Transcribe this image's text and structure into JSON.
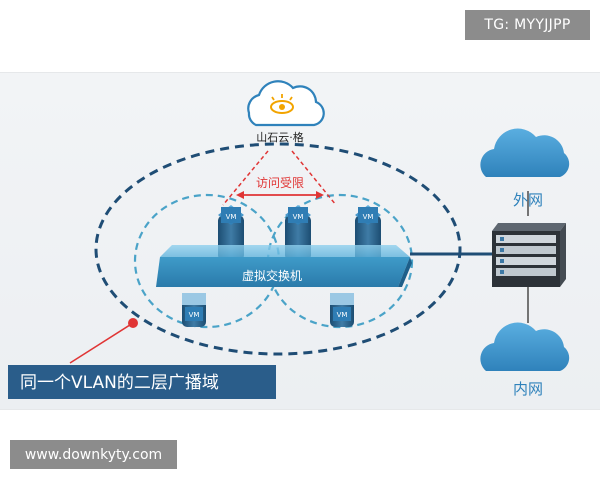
{
  "watermarks": {
    "top": "TG: MYYJJPP",
    "bottom": "www.downkyty.com"
  },
  "diagram": {
    "platform_label": "山石云·格",
    "restriction_label": "访问受限",
    "switch_label": "虚拟交换机",
    "vm_label": "VM",
    "external_net_label": "外网",
    "internal_net_label": "内网",
    "broadcast_domain_label": "同一个VLAN的二层广播域"
  },
  "colors": {
    "dashed_ring": "#1f4d75",
    "inner_ring": "#4aa3c8",
    "arrow_red": "#e03535",
    "cloud_blue": "#3f94c9",
    "banner_bg": "#2a5d8a"
  }
}
